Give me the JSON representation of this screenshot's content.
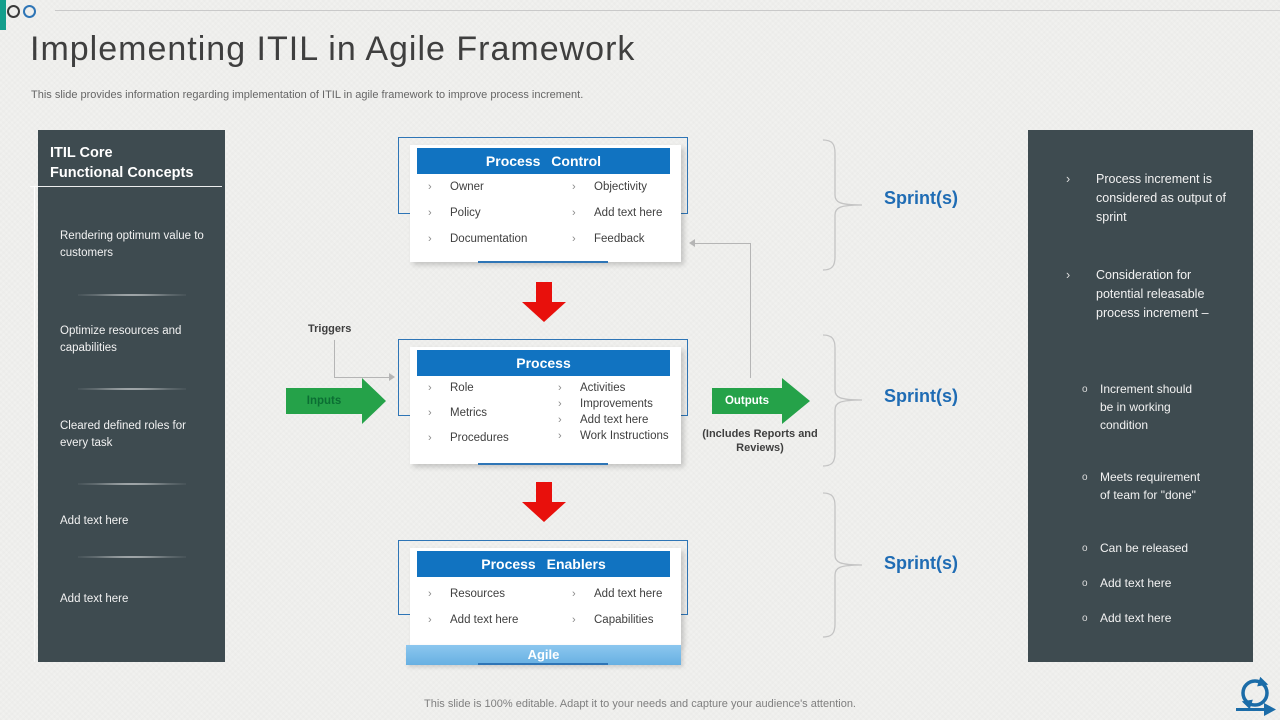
{
  "header": {
    "title": "Implementing ITIL in Agile Framework",
    "subtitle": "This slide provides information regarding implementation of ITIL in agile framework to improve process increment."
  },
  "left_panel": {
    "title": "ITIL Core\nFunctional Concepts",
    "items": [
      "Rendering optimum value to customers",
      "Optimize resources and capabilities",
      "Cleared defined roles for every task",
      "Add text here",
      "Add text here"
    ]
  },
  "diagram": {
    "marker": "›",
    "sub_marker": "o",
    "boxes": [
      {
        "title": "Process Control",
        "left": [
          "Owner",
          "Policy",
          "Documentation"
        ],
        "right": [
          "Objectivity",
          "Add text here",
          "Feedback"
        ]
      },
      {
        "title": "Process",
        "left": [
          "Role",
          "Metrics",
          "Procedures"
        ],
        "right": [
          "Activities",
          "Improvements",
          "Add text here",
          "Work Instructions"
        ]
      },
      {
        "title": "Process Enablers",
        "left": [
          "Resources",
          "Add text here"
        ],
        "right": [
          "Add text here",
          "Capabilities"
        ],
        "footer": "Agile"
      }
    ],
    "triggers_label": "Triggers",
    "inputs_label": "Inputs",
    "outputs_label": "Outputs",
    "outputs_note": "(Includes Reports and Reviews)",
    "sprint_labels": [
      "Sprint(s)",
      "Sprint(s)",
      "Sprint(s)"
    ]
  },
  "right_panel": {
    "bullets": [
      "Process increment is considered as output of sprint",
      "Consideration for potential releasable process increment –"
    ],
    "sub_bullets": [
      "Increment should be in working condition",
      "Meets requirement of team for \"done\"",
      "Can be released",
      "Add text here",
      "Add text here"
    ]
  },
  "footer": {
    "note": "This slide is 100% editable. Adapt it to your needs and capture your audience's attention."
  },
  "colors": {
    "accent_blue": "#1173c1",
    "frame_blue": "#2e75b6",
    "sprint_blue": "#1f6cb4",
    "arrow_red": "#e8100c",
    "arrow_green": "#25a249",
    "agile_light_blue": "#79bfec",
    "panel_dark": "#3e4b50",
    "teal_accent": "#149e8c"
  }
}
